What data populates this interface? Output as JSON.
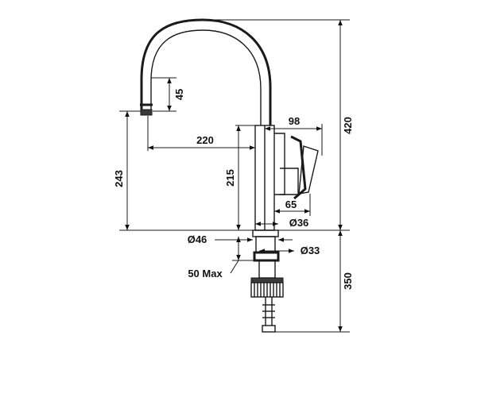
{
  "dimensions": {
    "spout_drop": "45",
    "spout_reach": "220",
    "handle_width": "98",
    "height_420": "420",
    "spout_height": "243",
    "body_height": "215",
    "handle_offset": "65",
    "body_diameter": "Ø36",
    "base_diameter": "Ø46",
    "shank_diameter": "Ø33",
    "counter_thickness": "50 Max",
    "below_counter": "350"
  }
}
